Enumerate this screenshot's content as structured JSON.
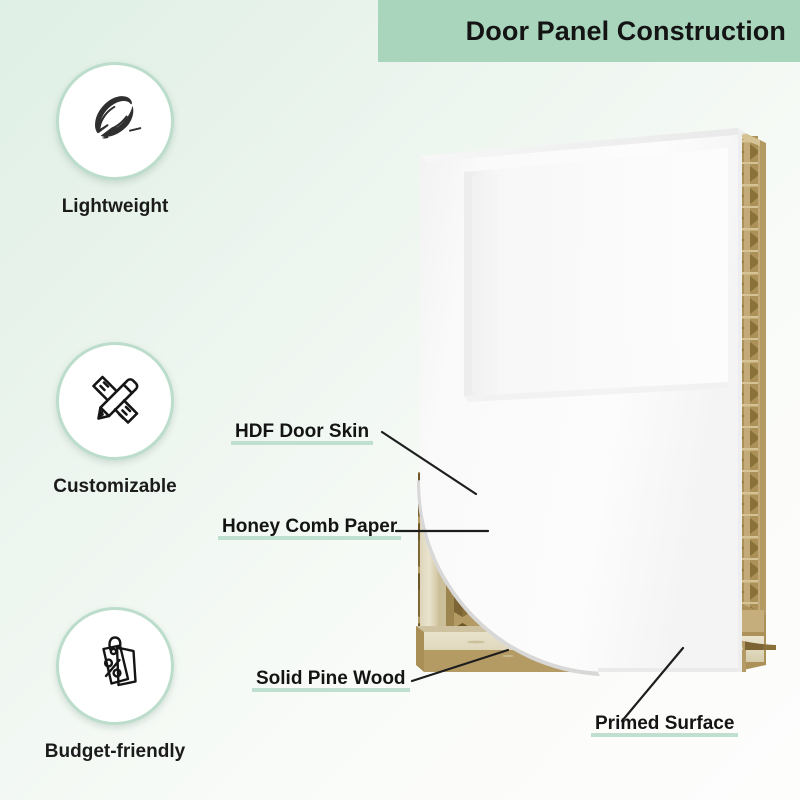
{
  "header": {
    "title": "Door Panel Construction",
    "banner_color": "#a9d5bd"
  },
  "background": {
    "gradient_from": "#dff0e6",
    "gradient_to": "#fdfdfc"
  },
  "features": [
    {
      "id": "lightweight",
      "label": "Lightweight",
      "icon": "feather-icon"
    },
    {
      "id": "customizable",
      "label": "Customizable",
      "icon": "pencil-ruler-icon"
    },
    {
      "id": "budget",
      "label": "Budget-friendly",
      "icon": "price-tag-percent-icon"
    }
  ],
  "callouts": [
    {
      "id": "hdf",
      "label": "HDF Door Skin"
    },
    {
      "id": "honeycomb",
      "label": "Honey Comb Paper"
    },
    {
      "id": "pine",
      "label": "Solid Pine Wood"
    },
    {
      "id": "primed",
      "label": "Primed Surface"
    }
  ],
  "illustration": {
    "name": "door-panel-cutaway",
    "colors": {
      "door_face": "#fbfbfb",
      "door_face_shadow": "#ededed",
      "honeycomb_cell": "#7c6434",
      "honeycomb_edge": "#b49a63",
      "honeycomb_light": "#c2ab78",
      "pine_wood": "#e3dcc3",
      "pine_wood_dark": "#b49a63",
      "callout_highlight": "#bfe0d0"
    }
  }
}
